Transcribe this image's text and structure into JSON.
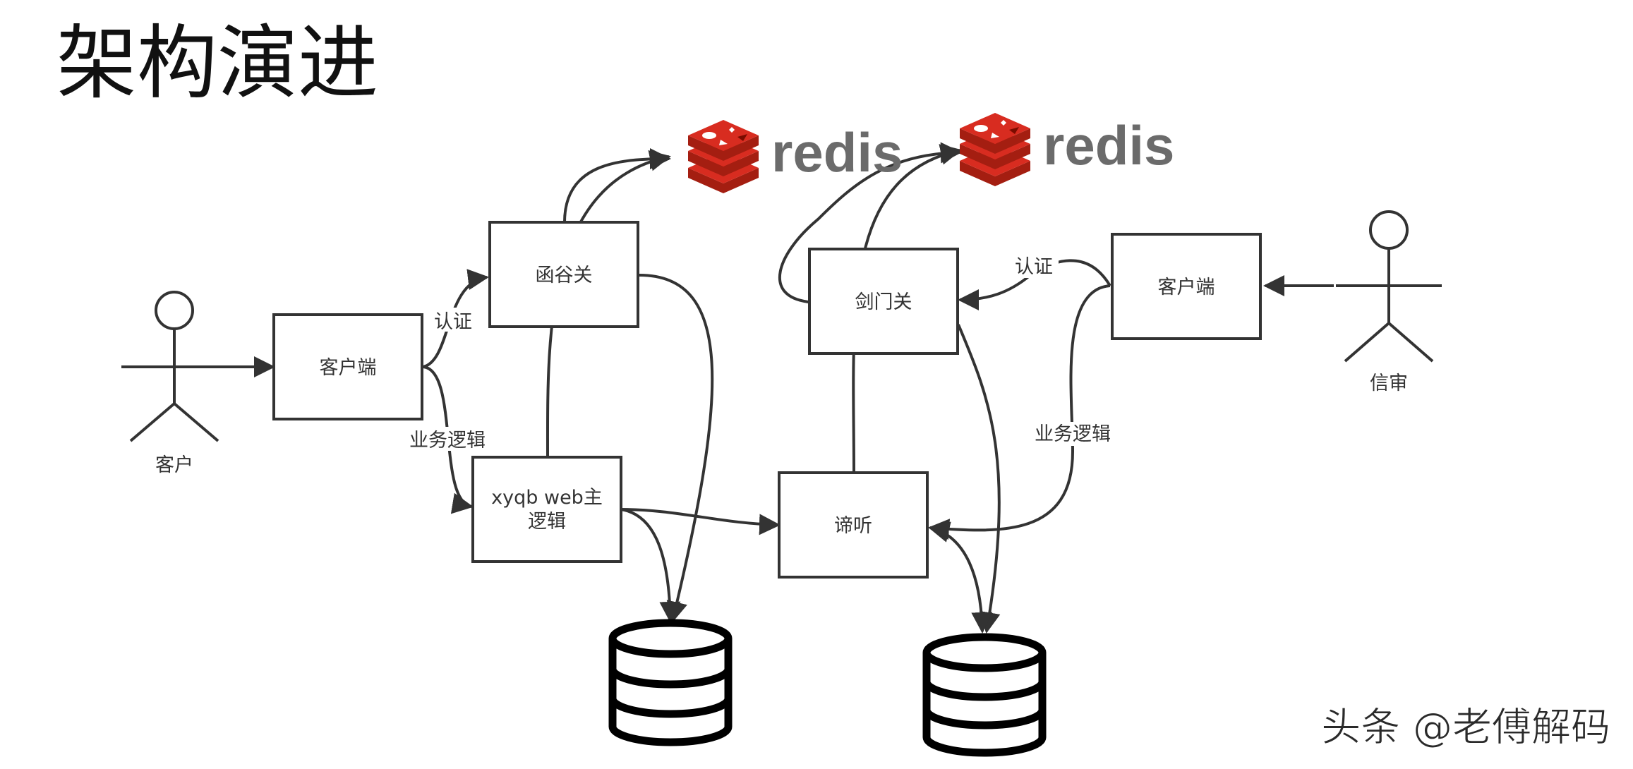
{
  "title": "架构演进",
  "nodes": {
    "client_left": "客户端",
    "hangu": "函谷关",
    "xyqb_line1": "xyqb web主",
    "xyqb_line2": "逻辑",
    "jianmen": "剑门关",
    "diting": "谛听",
    "client_right": "客户端"
  },
  "actors": {
    "customer": "客户",
    "reviewer": "信审"
  },
  "edge_labels": {
    "auth_left": "认证",
    "biz_left": "业务逻辑",
    "auth_right": "认证",
    "biz_right": "业务逻辑"
  },
  "redis": {
    "label_left": "redis",
    "label_right": "redis",
    "color": "#d82c20"
  },
  "watermark": "头条 @老傅解码",
  "icons": [
    "person-icon",
    "redis-logo-icon",
    "database-icon"
  ]
}
